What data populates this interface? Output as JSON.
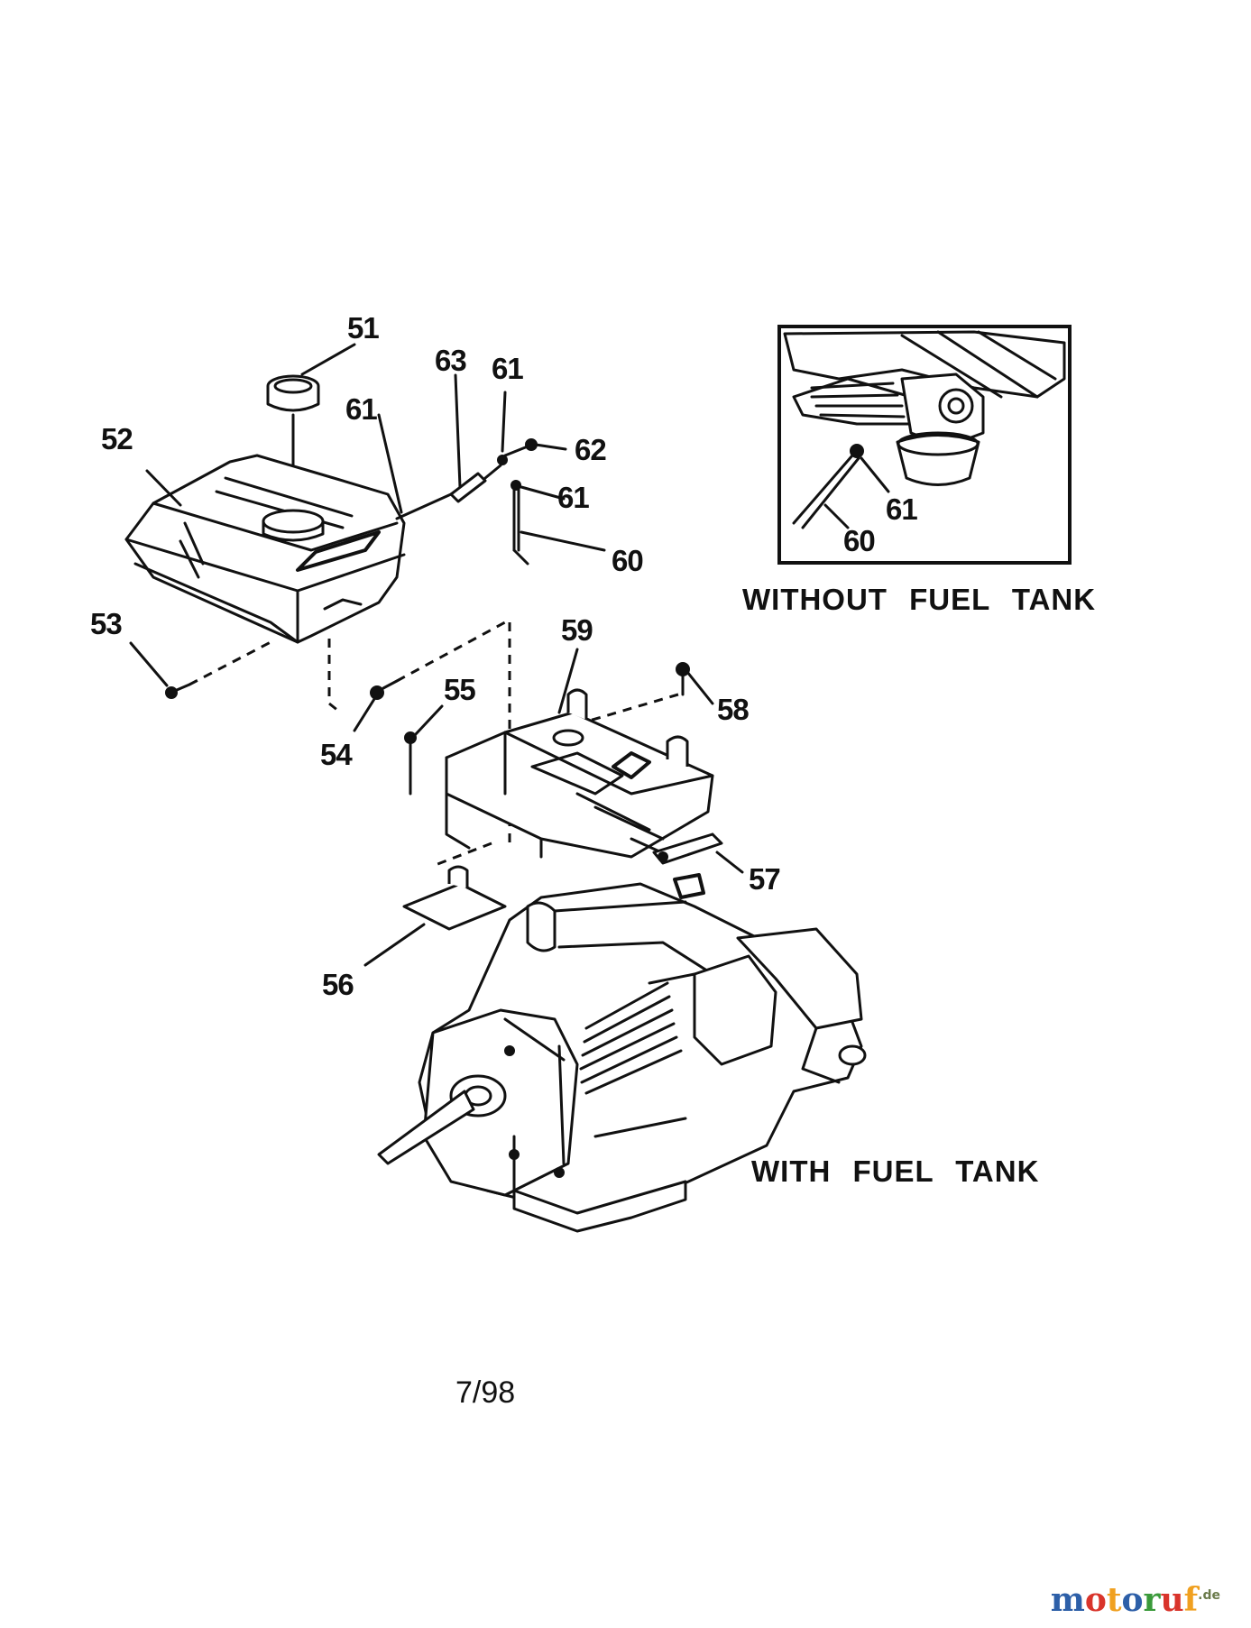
{
  "callouts": {
    "c51": "51",
    "c52": "52",
    "c53": "53",
    "c54": "54",
    "c55": "55",
    "c56": "56",
    "c57": "57",
    "c58": "58",
    "c59": "59",
    "c60": "60",
    "c61a": "61",
    "c61b": "61",
    "c61c": "61",
    "c62": "62",
    "c63": "63",
    "inset_c60": "60",
    "inset_c61": "61"
  },
  "captions": {
    "without_fuel_tank": "WITHOUT FUEL TANK",
    "with_fuel_tank": "WITH FUEL TANK"
  },
  "footer": {
    "date_code": "7/98"
  },
  "watermark": {
    "brand": "motoruf",
    "suffix": ".de",
    "colors": [
      "#2d5fa8",
      "#d9342b",
      "#f0a020",
      "#2d5fa8",
      "#3a9a3a",
      "#d9342b",
      "#f0a020"
    ]
  }
}
